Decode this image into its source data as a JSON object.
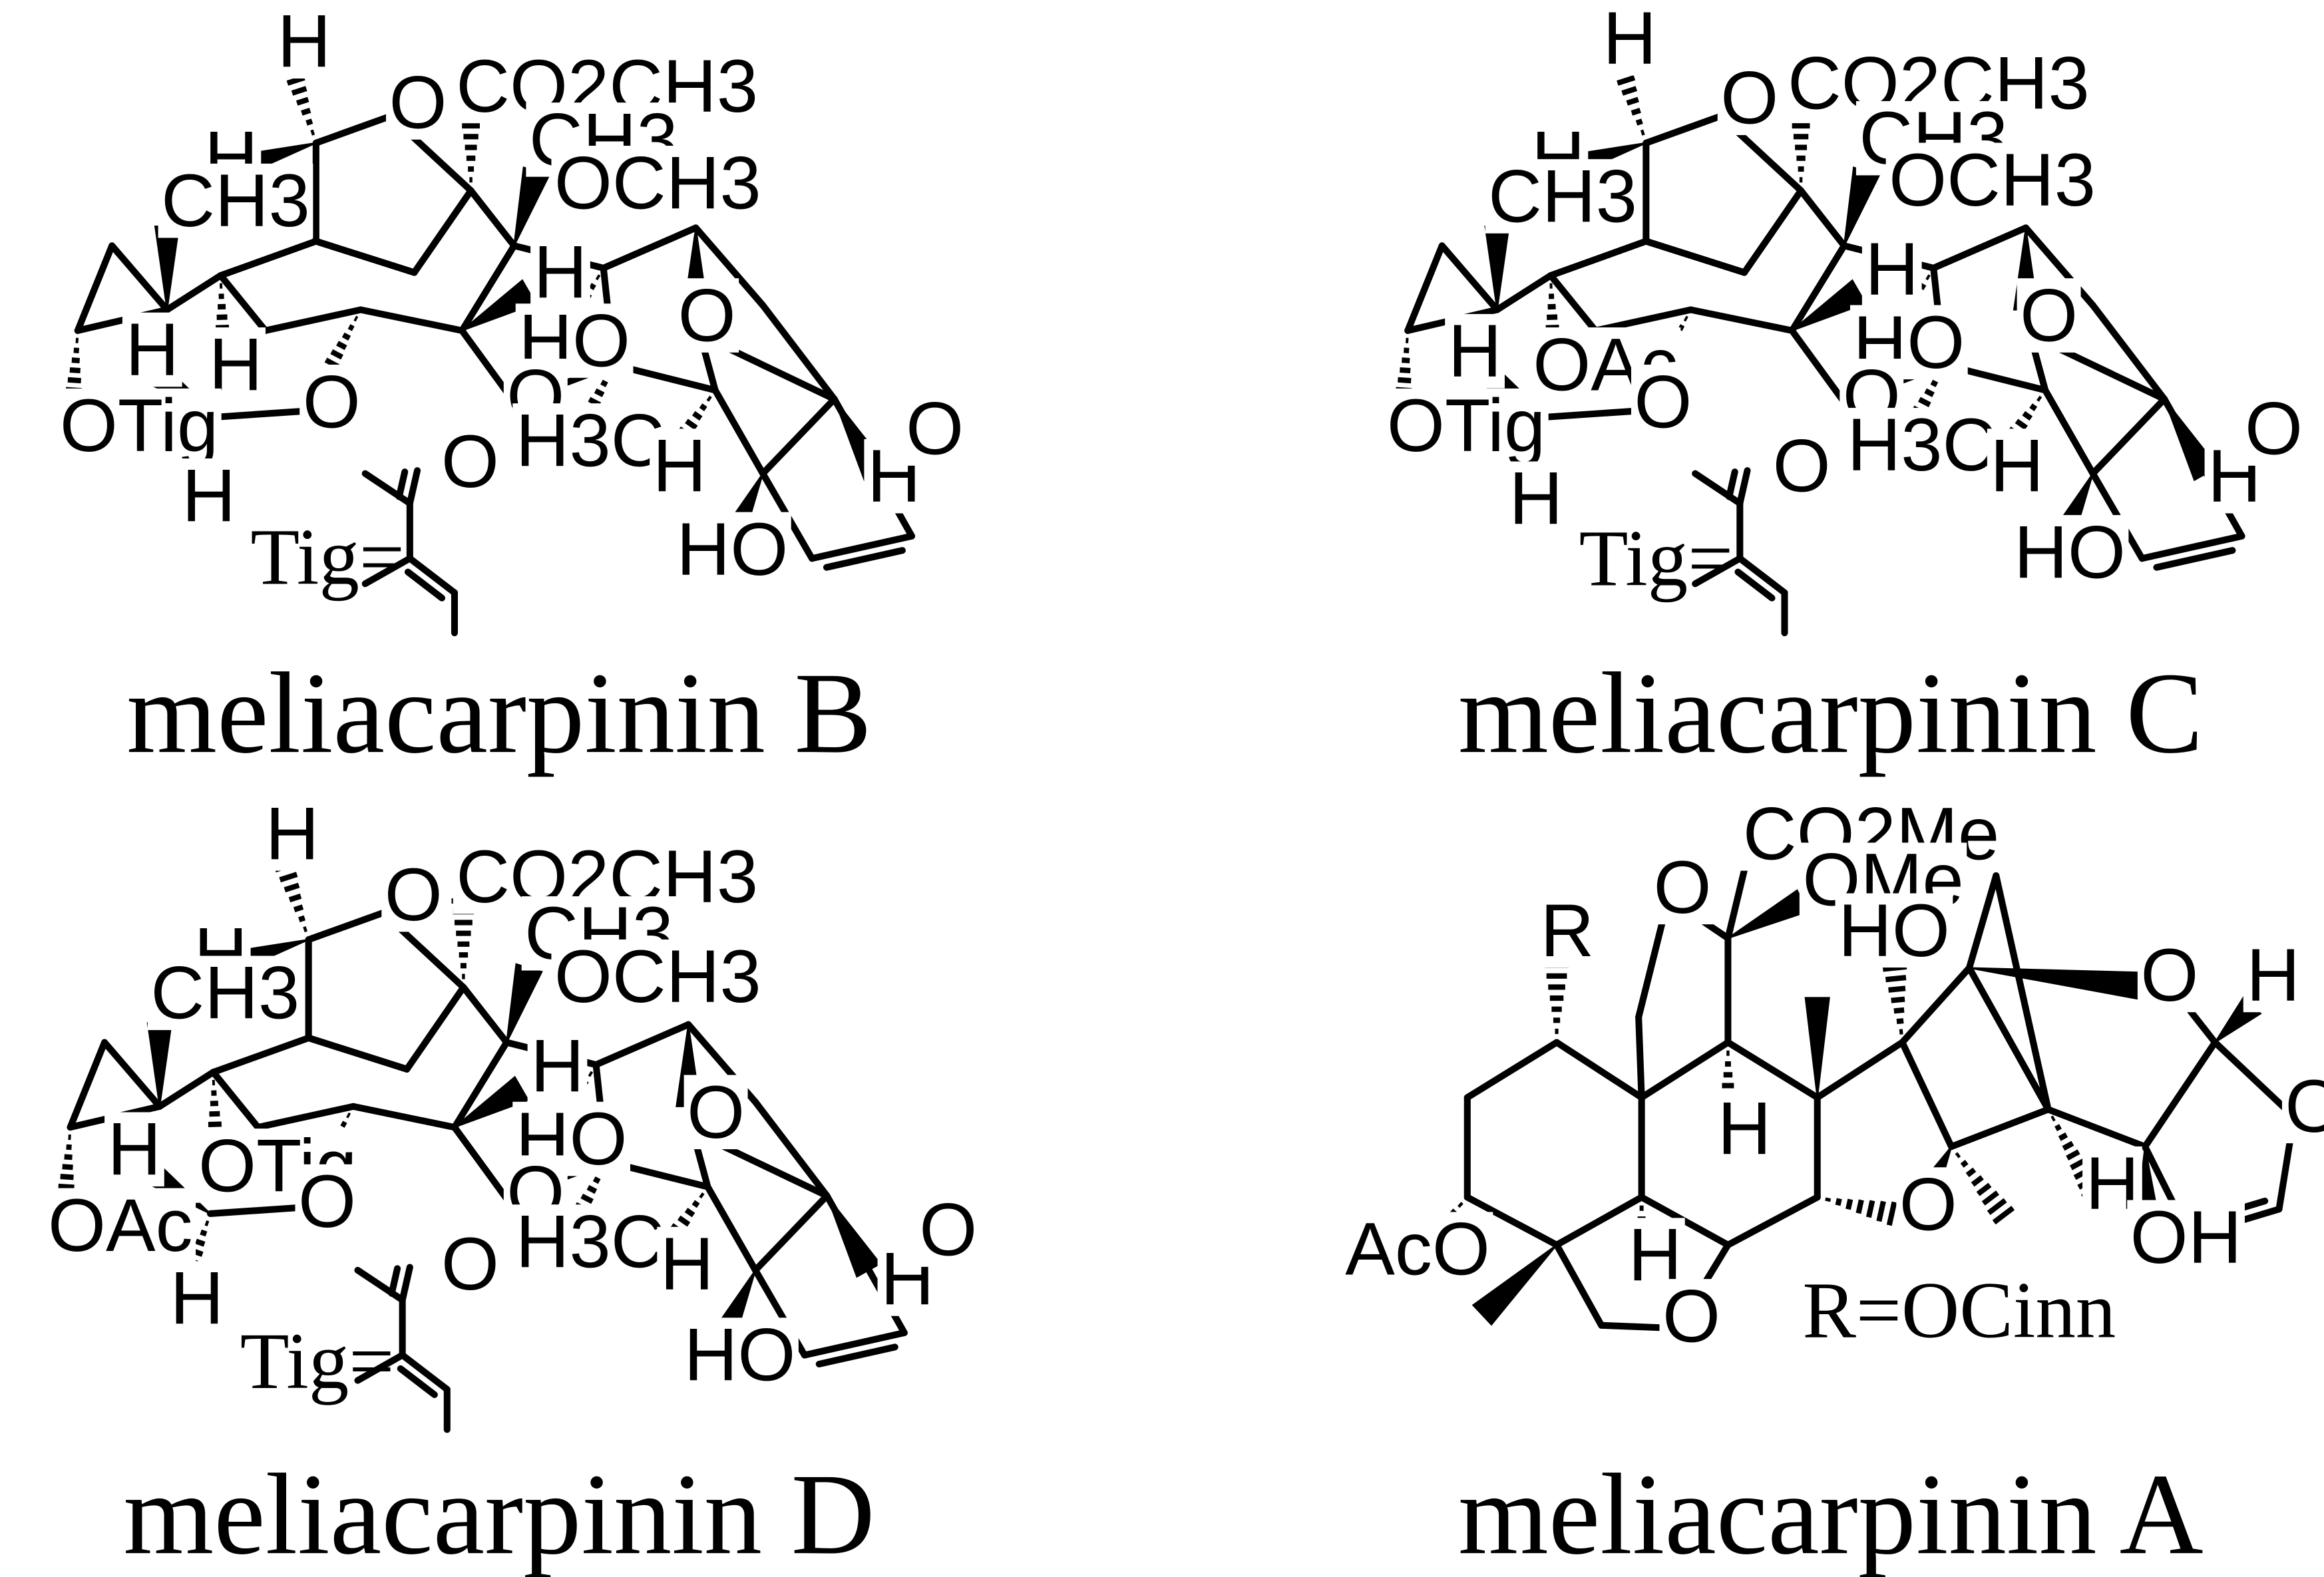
{
  "figure": {
    "panels": [
      {
        "id": "meliacarpinin-b",
        "caption": "meliacarpinin B",
        "tig_definition": "Tig=",
        "labels": {
          "h_top": "H",
          "h_left": "H",
          "o_bridge": "O",
          "co2ch3": "CO2CH3",
          "ch3_top": "CH3",
          "och3": "OCH3",
          "ch3_left": "CH3",
          "h_mid": "H",
          "ho_mid": "HO",
          "o_furan_top": "O",
          "h_acetal_left": "H",
          "h_acetal_top": "H",
          "o_acetal": "O",
          "o_ring": "O",
          "otig": "OTig",
          "h_acetal_bottom": "H",
          "h3c": "H3C",
          "h_lower": "H",
          "h_furan": "H",
          "o_furan": "O",
          "ho_bottom": "HO",
          "tig_o": "O"
        }
      },
      {
        "id": "meliacarpinin-c",
        "caption": "meliacarpinin C",
        "tig_definition": "Tig=",
        "labels": {
          "h_top": "H",
          "h_left": "H",
          "o_bridge": "O",
          "co2ch3": "CO2CH3",
          "ch3_top": "CH3",
          "och3": "OCH3",
          "ch3_left": "CH3",
          "h_mid": "H",
          "ho_mid": "HO",
          "o_furan_top": "O",
          "h_acetal_left": "H",
          "oac": "OAc",
          "o_acetal": "O",
          "o_ring": "O",
          "otig": "OTig",
          "h_acetal_bottom": "H",
          "h3c": "H3C",
          "h_lower": "H",
          "h_furan": "H",
          "o_furan": "O",
          "ho_bottom": "HO",
          "tig_o": "O"
        }
      },
      {
        "id": "meliacarpinin-d",
        "caption": "meliacarpinin D",
        "tig_definition": "Tig=",
        "labels": {
          "h_top": "H",
          "h_left": "H",
          "o_bridge": "O",
          "co2ch3": "CO2CH3",
          "ch3_top": "CH3",
          "och3": "OCH3",
          "ch3_left": "CH3",
          "h_mid": "H",
          "ho_mid": "HO",
          "o_furan_top": "O",
          "h_acetal_left": "H",
          "otig_upper": "OTig",
          "o_acetal": "O",
          "o_ring": "O",
          "oac": "OAc",
          "h_acetal_bottom": "H",
          "h3c": "H3C",
          "h_lower": "H",
          "h_furan": "H",
          "o_furan": "O",
          "ho_bottom": "HO",
          "tig_o": "O"
        }
      },
      {
        "id": "meliacarpinin-a",
        "caption": "meliacarpinin A",
        "r_definition": "R=OCinn",
        "labels": {
          "co2me": "CO2Me",
          "ome": "OMe",
          "o_top": "O",
          "r": "R",
          "ho": "HO",
          "o_right": "O",
          "h_right_top": "H",
          "o_furan": "O",
          "h_mid": "H",
          "o_mid": "O",
          "h_lower_right": "H",
          "oh": "OH",
          "aco": "AcO",
          "h_lower": "H",
          "o_bottom": "O"
        }
      }
    ]
  }
}
